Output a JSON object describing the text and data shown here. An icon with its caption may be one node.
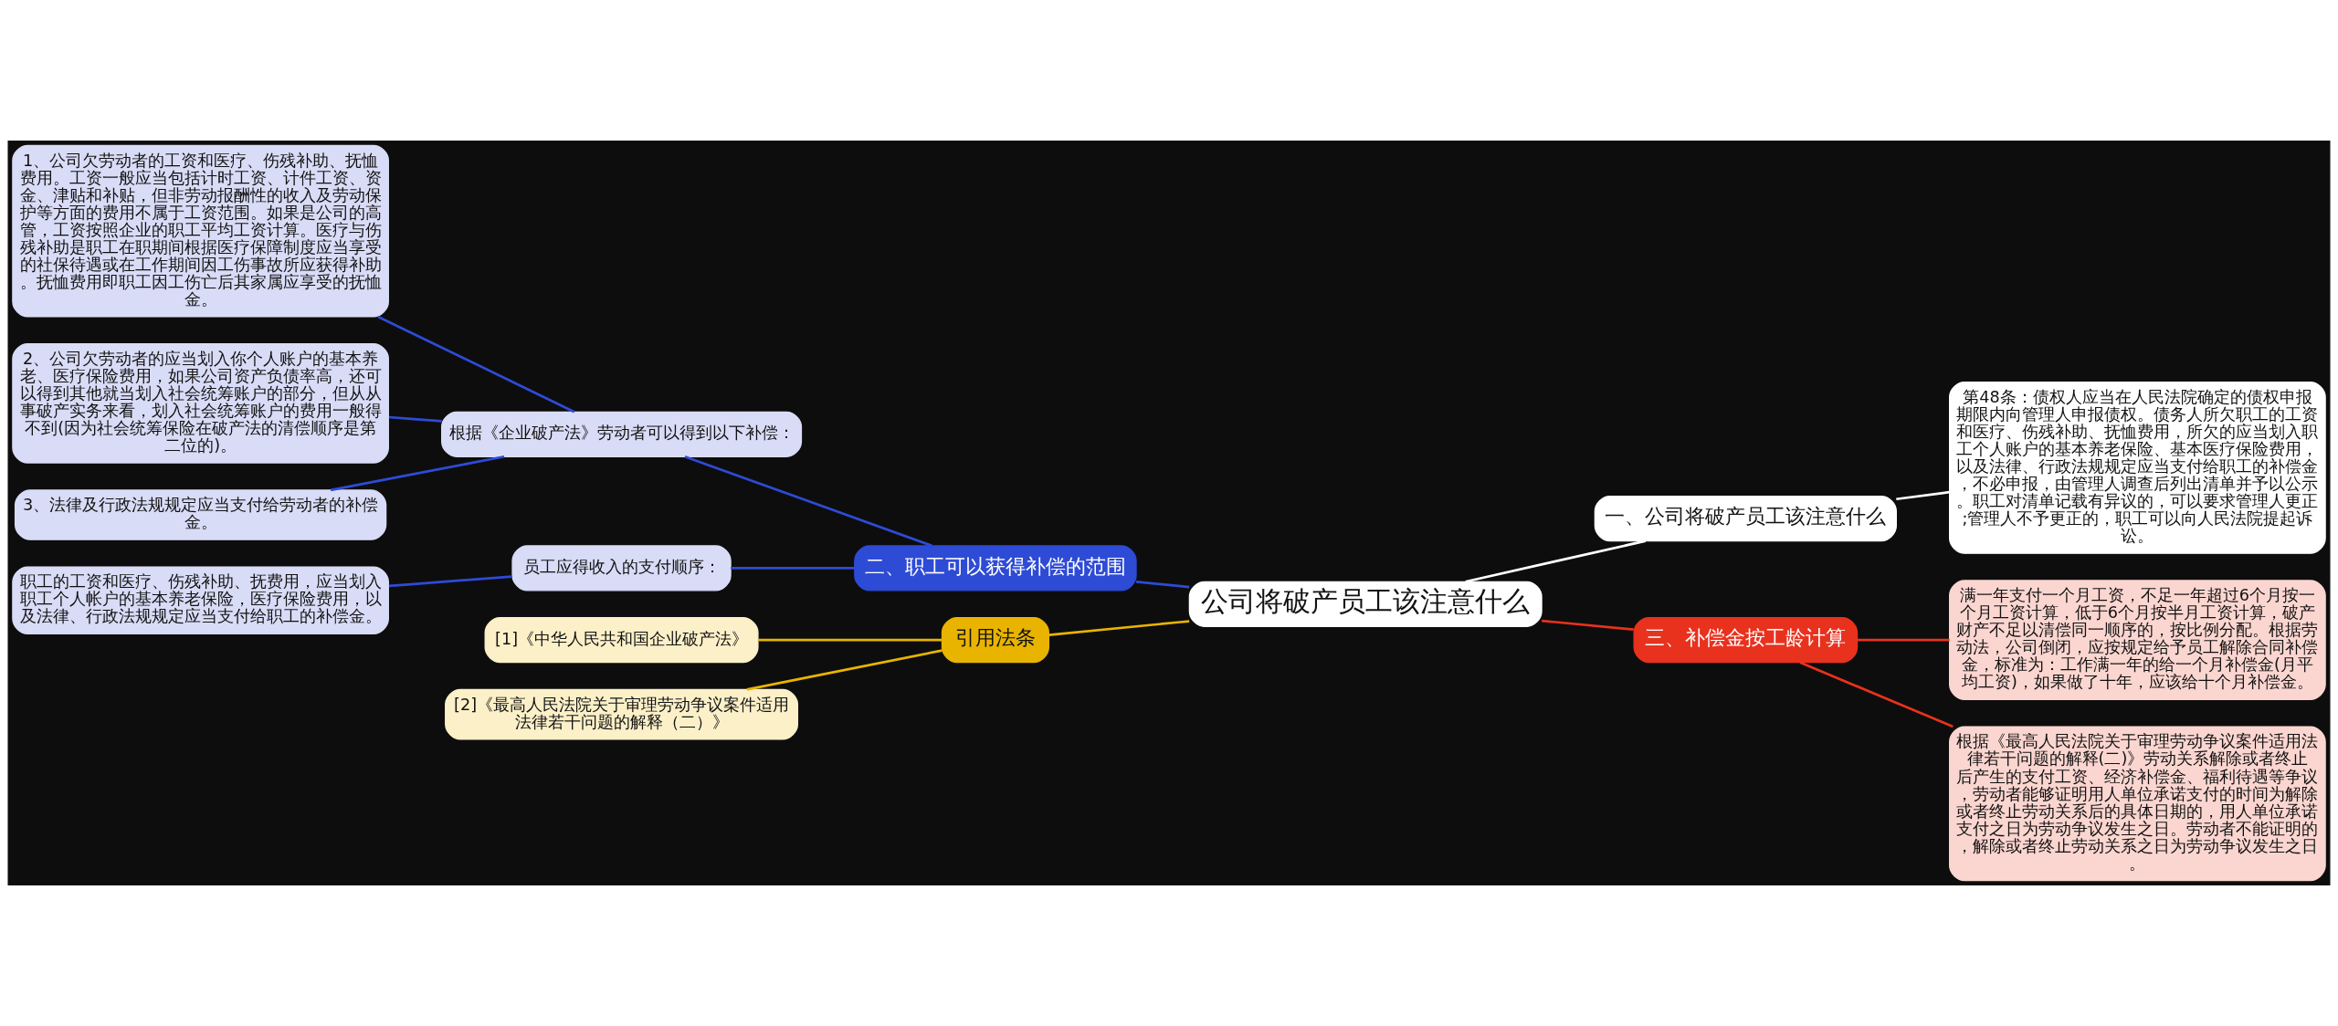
{
  "diagram": {
    "nodes": [
      {
        "text": [
          "公司将破产员工该注意什么"
        ]
      },
      {
        "text": [
          "一、公司将破产员工该注意什么"
        ]
      },
      {
        "text": [
          "第48条：债权人应当在人民法院确定的债权申报期限内向管理人申报债权。债务人所欠职工的工资和医疗、伤残补助、抚恤费用，所欠的应当划入职工个人账户的基本养老保险、基本医疗保险费用，以及法律、行政法规规定应当支付给职工的补偿金，不必申报，由管理人调查后列出清单并予以公示。职工对清单记载有异议的，可以要求管理人更正;管理人不予更正的，职工可以向人民法院提起诉讼。"
        ]
      },
      {
        "text": [
          "二、职工可以获得补偿的范围"
        ]
      },
      {
        "text": [
          "根据《企业破产法》劳动者可以得到以下补偿："
        ]
      },
      {
        "text": [
          "1、公司欠劳动者的工资和医疗、伤残补助、抚恤费用。工资一般应当包括计时工资、计件工资、资金、津贴和补贴，但非劳动报酬性的收入及劳动保护等方面的费用不属于工资范围。如果是公司的高管，工资按照企业的职工平均工资计算。医疗与伤残补助是职工在职期间根据医疗保障制度应当享受的社保待遇或在工作期间因工伤事故所应获得补助。抚恤费用即职工因工伤亡后其家属应享受的抚恤金。"
        ]
      },
      {
        "text": [
          "2、公司欠劳动者的应当划入你个人账户的基本养老、医疗保险费用，如果公司资产负债率高，还可以得到其他就当划入社会统筹账户的部分，但从从事破产实务来看，划入社会统筹账户的费用一般得不到(因为社会统筹保险在破产法的清偿顺序是第二位的)。"
        ]
      },
      {
        "text": [
          "3、法律及行政法规规定应当支付给劳动者的补偿金。"
        ]
      },
      {
        "text": [
          "员工应得收入的支付顺序："
        ]
      },
      {
        "text": [
          "职工的工资和医疗、伤残补助、抚费用，应当划入职工个人帐户的基本养老保险，医疗保险费用，以及法律、行政法规规定应当支付给职工的补偿金。"
        ]
      },
      {
        "text": [
          "三、补偿金按工龄计算"
        ]
      },
      {
        "text": [
          "满一年支付一个月工资，不足一年超过6个月按一个月工资计算，低于6个月按半月工资计算，破产财产不足以清偿同一顺序的，按比例分配。根据劳动法，公司倒闭，应按规定给予员工解除合同补偿金，标准为：工作满一年的给一个月补偿金(月平均工资)，如果做了十年，应该给十个月补偿金。"
        ]
      },
      {
        "text": [
          "根据《最高人民法院关于审理劳动争议案件适用法律若干问题的解释(二)》劳动关系解除或者终止后产生的支付工资、经济补偿金、福利待遇等争议，劳动者能够证明用人单位承诺支付的时间为解除或者终止劳动关系后的具体日期的，用人单位承诺支付之日为劳动争议发生之日。劳动者不能证明的，解除或者终止劳动关系之日为劳动争议发生之日。"
        ]
      },
      {
        "text": [
          "引用法条"
        ]
      },
      {
        "text": [
          "[1]《中华人民共和国企业破产法》"
        ]
      },
      {
        "text": [
          "[2]《最高人民法院关于审理劳动争议案件适用法律若干问题的解释（二）》"
        ]
      }
    ],
    "edges": [
      {
        "from": 0,
        "to": 1,
        "arrow": "none",
        "color": "#ffffff"
      },
      {
        "from": 1,
        "to": 2,
        "arrow": "none",
        "color": "#ffffff"
      },
      {
        "from": 0,
        "to": 3,
        "arrow": "none"
      },
      {
        "from": 3,
        "to": 4,
        "arrow": "none"
      },
      {
        "from": 4,
        "to": 5,
        "arrow": "none"
      },
      {
        "from": 4,
        "to": 6,
        "arrow": "none"
      },
      {
        "from": 4,
        "to": 7,
        "arrow": "none"
      },
      {
        "from": 3,
        "to": 8,
        "arrow": "none"
      },
      {
        "from": 8,
        "to": 9,
        "arrow": "none"
      },
      {
        "from": 0,
        "to": 10,
        "arrow": "none",
        "color": "#e8321e"
      },
      {
        "from": 10,
        "to": 11,
        "arrow": "none",
        "color": "#e8321e"
      },
      {
        "from": 10,
        "to": 12,
        "arrow": "none",
        "color": "#e8321e"
      },
      {
        "from": 0,
        "to": 13,
        "arrow": "none",
        "color": "#e8b400"
      },
      {
        "from": 13,
        "to": 14,
        "arrow": "none",
        "color": "#e8b400"
      },
      {
        "from": 13,
        "to": 15,
        "arrow": "none",
        "color": "#e8b400"
      }
    ]
  }
}
